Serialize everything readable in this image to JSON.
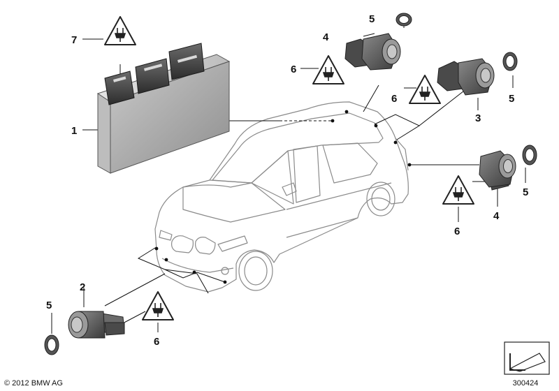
{
  "callouts": [
    {
      "id": "c1",
      "label": "1"
    },
    {
      "id": "c2",
      "label": "2"
    },
    {
      "id": "c3",
      "label": "3"
    },
    {
      "id": "c4a",
      "label": "4"
    },
    {
      "id": "c4b",
      "label": "4"
    },
    {
      "id": "c5a",
      "label": "5"
    },
    {
      "id": "c5b",
      "label": "5"
    },
    {
      "id": "c5c",
      "label": "5"
    },
    {
      "id": "c5d",
      "label": "5"
    },
    {
      "id": "c6a",
      "label": "6"
    },
    {
      "id": "c6b",
      "label": "6"
    },
    {
      "id": "c6c",
      "label": "6"
    },
    {
      "id": "c6d",
      "label": "6"
    },
    {
      "id": "c7",
      "label": "7"
    }
  ],
  "footer": {
    "copyright": "© 2012 BMW AG",
    "diagram_number": "300424"
  },
  "icons": {
    "warning": "warning-plug-icon",
    "nav": "next-page-arrow-icon"
  }
}
